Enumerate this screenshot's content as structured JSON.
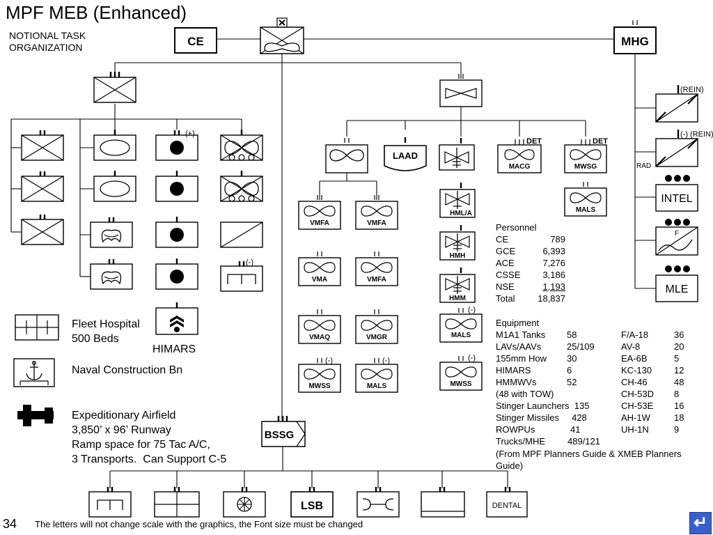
{
  "title": "MPF MEB (Enhanced)",
  "subtitle": "NOTIONAL TASK\nORGANIZATION",
  "units": {
    "ce": "CE",
    "mhg": "MHG",
    "laad": "LAAD",
    "macg": "MACG",
    "mwsg": "MWSG",
    "mals": "MALS",
    "hmla": "HML/A",
    "hmh": "HMH",
    "hmm": "HMM",
    "mwss": "MWSS",
    "vmfa": "VMFA",
    "vma": "VMA",
    "vmaq": "VMAQ",
    "vmgr": "VMGR",
    "bssg": "BSSG",
    "lsb": "LSB",
    "dental": "DENTAL",
    "intel": "INTEL",
    "mle": "MLE",
    "rad": "RAD",
    "f_mark": "F"
  },
  "modifiers": {
    "det": "DET",
    "minus": "(-)",
    "plus": "(+)",
    "rein": "(REIN)",
    "minus_rein": "(-) (REIN)"
  },
  "legend": {
    "fleet_hospital": "Fleet Hospital\n500 Beds",
    "himars": "HIMARS",
    "naval_construction": "Naval Construction Bn",
    "airfield": "Expeditionary Airfield\n3,850’ x 96’ Runway\nRamp space for 75 Tac A/C,\n3 Transports.  Can Support C-5"
  },
  "personnel": {
    "heading": "Personnel",
    "rows": [
      {
        "label": "CE",
        "value": "789"
      },
      {
        "label": "GCE",
        "value": "6,393"
      },
      {
        "label": "ACE",
        "value": "7,276"
      },
      {
        "label": "CSSE",
        "value": "3,186"
      },
      {
        "label": "NSE",
        "value": "1,193"
      },
      {
        "label": "Total",
        "value": "18,837"
      }
    ]
  },
  "equipment": {
    "heading": "Equipment",
    "col1": [
      {
        "label": "M1A1 Tanks",
        "value": "58"
      },
      {
        "label": "LAVs/AAVs",
        "value": "25/109"
      },
      {
        "label": "155mm How",
        "value": "30"
      },
      {
        "label": "HIMARS",
        "value": "6"
      },
      {
        "label": "HMMWVs",
        "value": "52"
      }
    ],
    "col1_note": "(48 with TOW)",
    "col1_inline": [
      {
        "label": "Stinger Launchers",
        "value": "135"
      },
      {
        "label": "Stinger Missiles",
        "value": "428"
      },
      {
        "label": "ROWPUs",
        "value": "41"
      },
      {
        "label": "Trucks/MHE",
        "value": "489/121"
      }
    ],
    "col2": [
      {
        "label": "F/A-18",
        "value": "36"
      },
      {
        "label": "AV-8",
        "value": "20"
      },
      {
        "label": "EA-6B",
        "value": "5"
      },
      {
        "label": "KC-130",
        "value": "12"
      },
      {
        "label": "CH-46",
        "value": "48"
      },
      {
        "label": "CH-53D",
        "value": "8"
      },
      {
        "label": "CH-53E",
        "value": "16"
      },
      {
        "label": "AH-1W",
        "value": "18"
      },
      {
        "label": "UH-1N",
        "value": "9"
      }
    ],
    "source": "(From MPF Planners Guide & XMEB Planners\nGuide)"
  },
  "footer": {
    "page_number": "34",
    "note": "The letters will not change scale with the graphics, the Font size must be changed"
  },
  "nav_icon": "return-arrow-icon"
}
